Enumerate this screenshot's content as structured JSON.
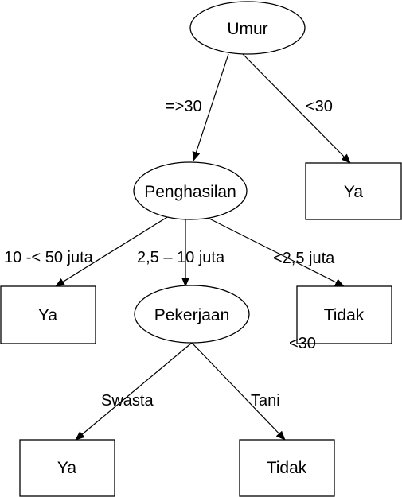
{
  "nodes": {
    "root": "Umur",
    "income": "Penghasilan",
    "root_leaf": "Ya",
    "income_leaf_left": "Ya",
    "job": "Pekerjaan",
    "income_leaf_right": "Tidak",
    "job_leaf_left": "Ya",
    "job_leaf_right": "Tidak"
  },
  "edges": {
    "root_to_income": "=>30",
    "root_to_leaf": "<30",
    "income_to_left": "10 -< 50 juta",
    "income_to_job": "2,5 – 10 juta",
    "income_to_right": "<2,5 juta",
    "stray_label": "<30",
    "job_to_left": "Swasta",
    "job_to_right": "Tani"
  }
}
